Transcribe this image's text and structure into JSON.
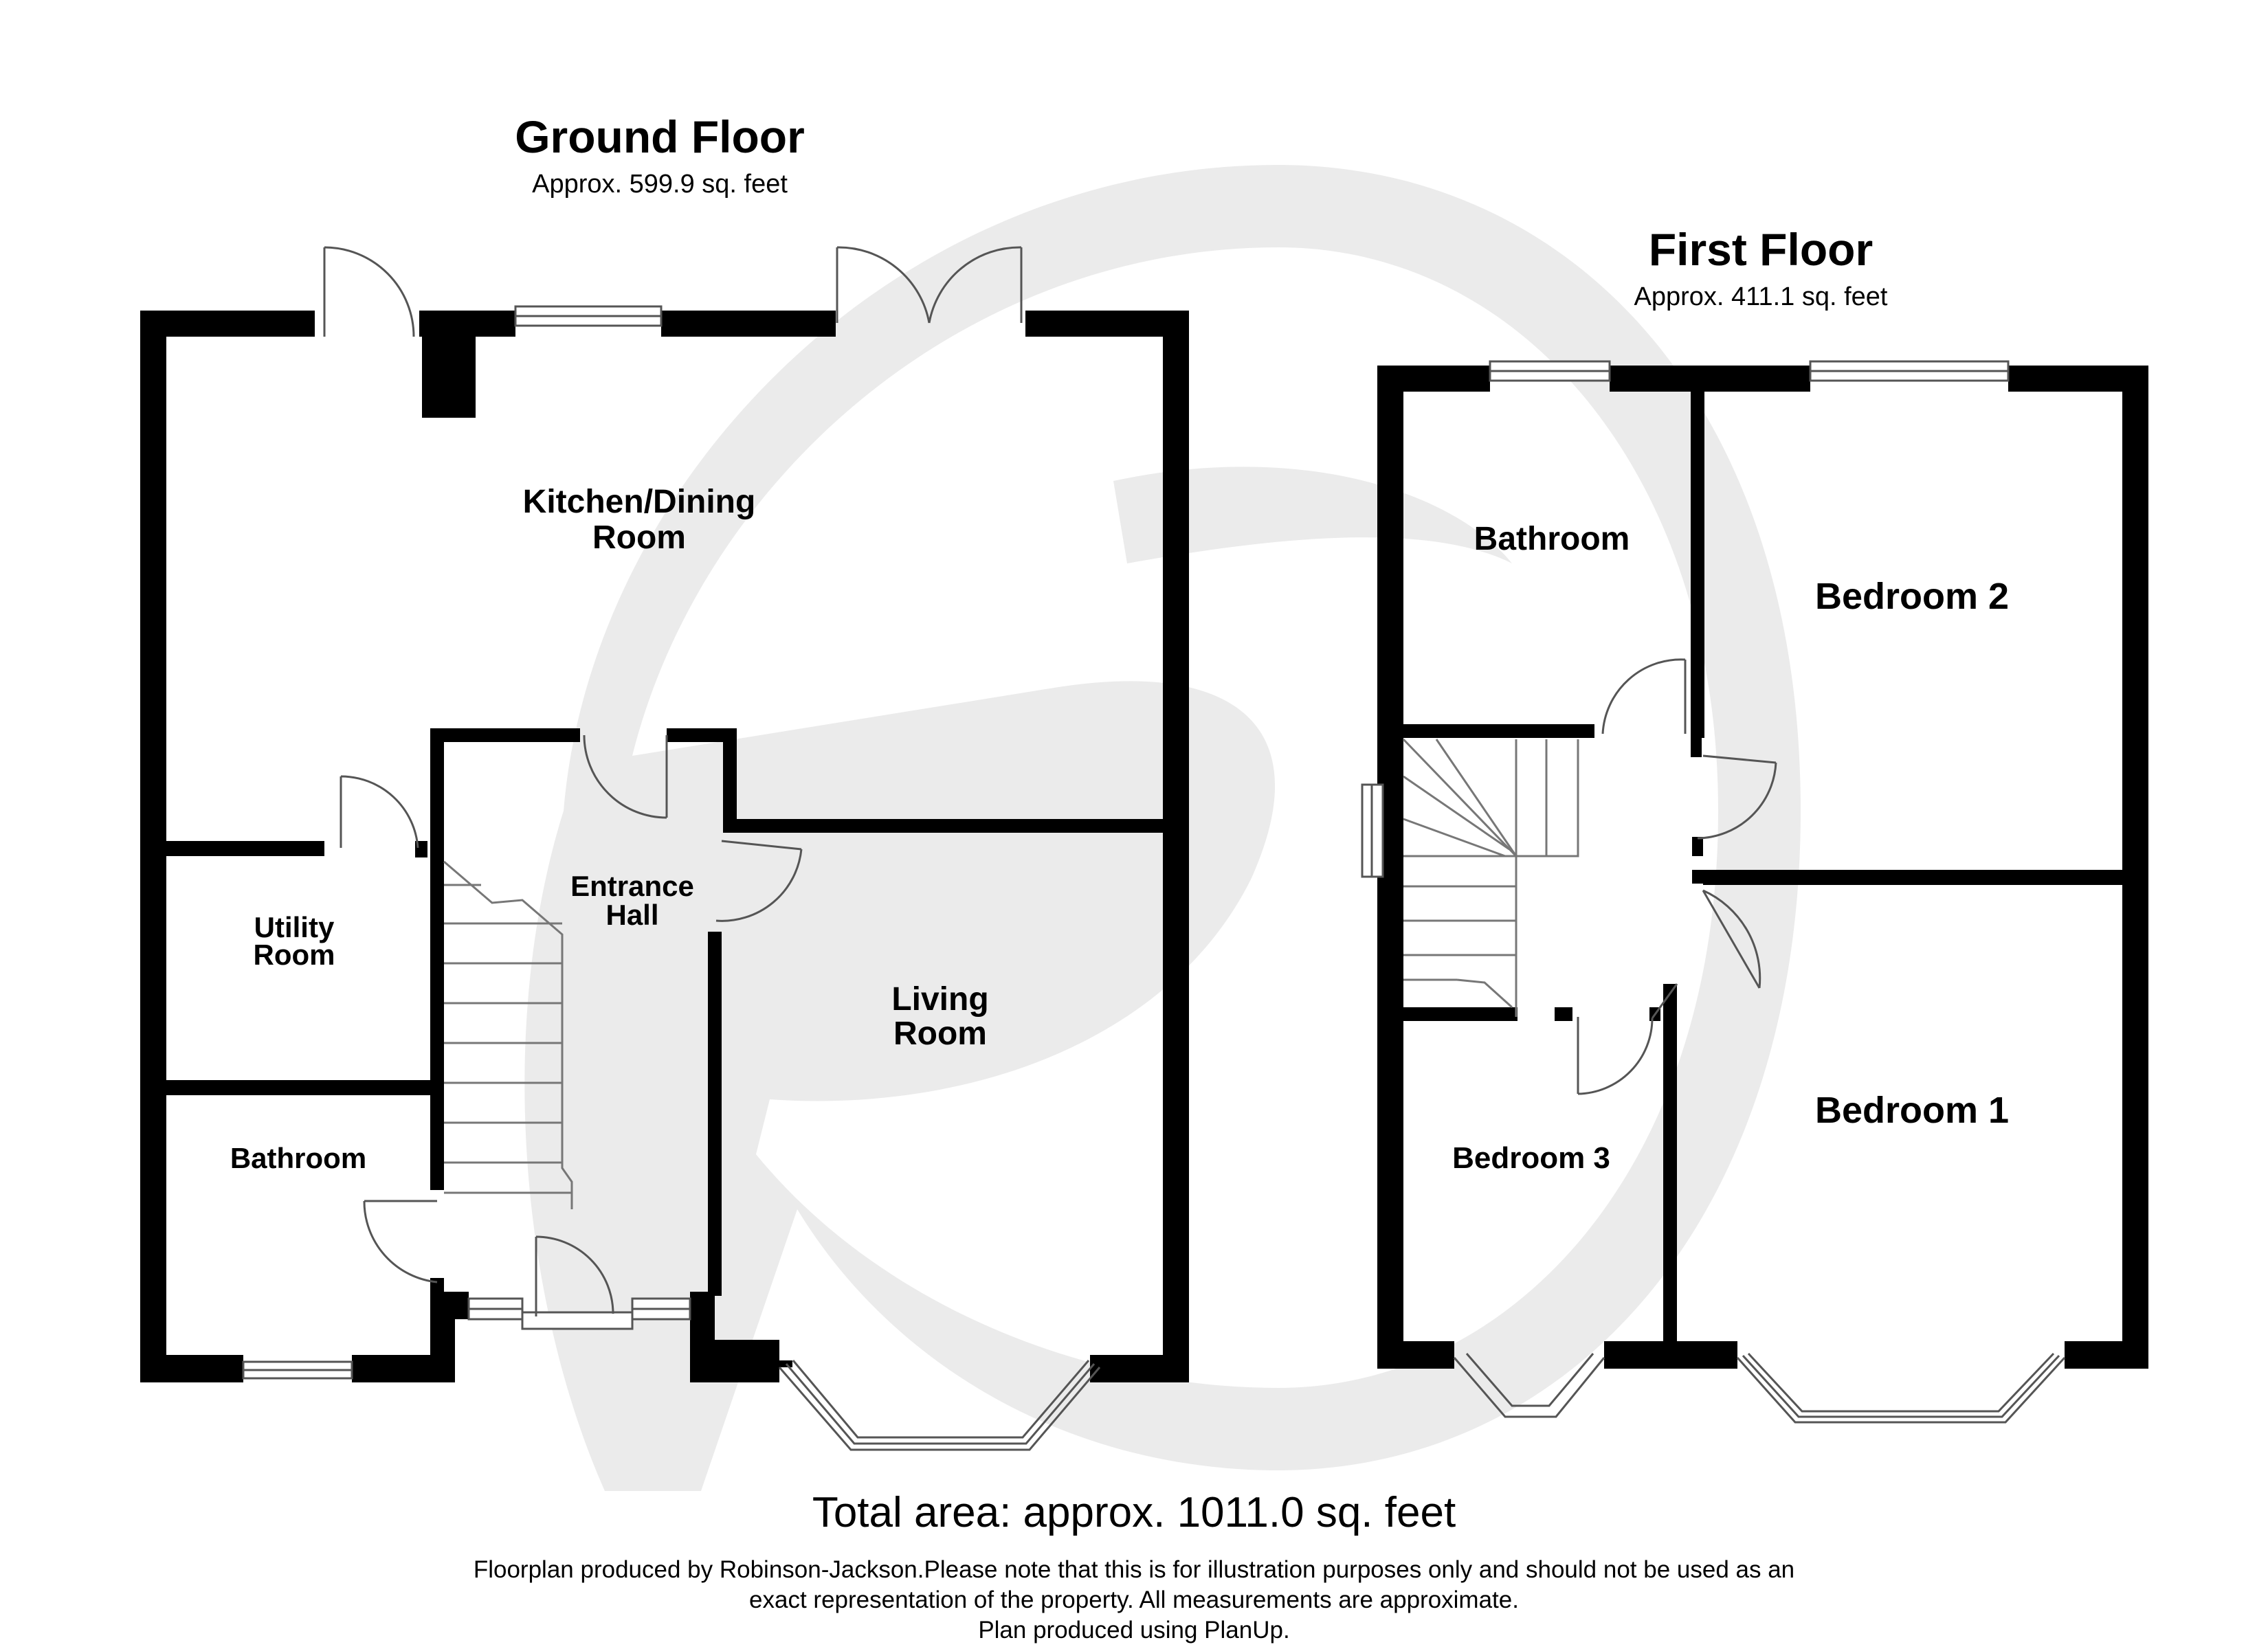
{
  "ground_floor": {
    "title": "Ground Floor",
    "area": "Approx. 599.9 sq. feet",
    "rooms": {
      "kitchen_line1": "Kitchen/Dining",
      "kitchen_line2": "Room",
      "utility_line1": "Utility",
      "utility_line2": "Room",
      "hall_line1": "Entrance",
      "hall_line2": "Hall",
      "living_line1": "Living",
      "living_line2": "Room",
      "bathroom": "Bathroom"
    }
  },
  "first_floor": {
    "title": "First Floor",
    "area": "Approx. 411.1 sq. feet",
    "rooms": {
      "bathroom": "Bathroom",
      "bedroom2": "Bedroom 2",
      "bedroom1": "Bedroom 1",
      "bedroom3": "Bedroom 3"
    }
  },
  "footer": {
    "total": "Total area: approx. 1011.0 sq. feet",
    "disclaimer_line1": "Floorplan produced by Robinson-Jackson.Please note that this is for illustration purposes only and should not be used as an",
    "disclaimer_line2": "exact representation of the property. All measurements are approximate.",
    "disclaimer_line3": "Plan produced using PlanUp."
  },
  "colors": {
    "wall": "#000000",
    "watermark": "#ebebeb",
    "text": "#1a1a1a",
    "window_frame": "#555555"
  },
  "icons": {
    "watermark": "agent-logo-watermark"
  }
}
